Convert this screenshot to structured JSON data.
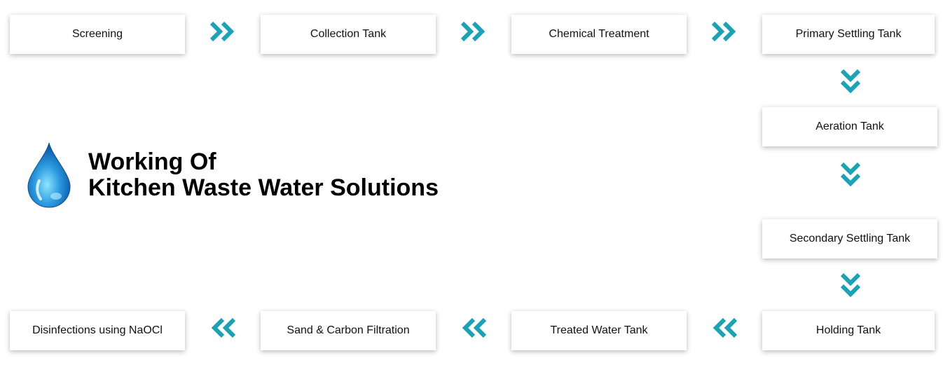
{
  "title": {
    "line1": "Working Of",
    "line2": "Kitchen Waste Water Solutions",
    "icon": "water-drop-icon"
  },
  "colors": {
    "arrow": "#1aa3b8",
    "drop_dark": "#0a57a8",
    "drop_light": "#5fd2f5"
  },
  "steps": [
    {
      "label": "Screening"
    },
    {
      "label": "Collection Tank"
    },
    {
      "label": "Chemical Treatment"
    },
    {
      "label": "Primary Settling Tank"
    },
    {
      "label": "Aeration Tank"
    },
    {
      "label": "Secondary Settling Tank"
    },
    {
      "label": "Holding Tank"
    },
    {
      "label": "Treated Water Tank"
    },
    {
      "label": "Sand & Carbon Filtration"
    },
    {
      "label": "Disinfections using NaOCl"
    }
  ],
  "arrows": [
    {
      "icon": "double-chevron-right-icon"
    },
    {
      "icon": "double-chevron-right-icon"
    },
    {
      "icon": "double-chevron-right-icon"
    },
    {
      "icon": "double-chevron-down-icon"
    },
    {
      "icon": "double-chevron-down-icon"
    },
    {
      "icon": "double-chevron-down-icon"
    },
    {
      "icon": "double-chevron-left-icon"
    },
    {
      "icon": "double-chevron-left-icon"
    },
    {
      "icon": "double-chevron-left-icon"
    }
  ]
}
